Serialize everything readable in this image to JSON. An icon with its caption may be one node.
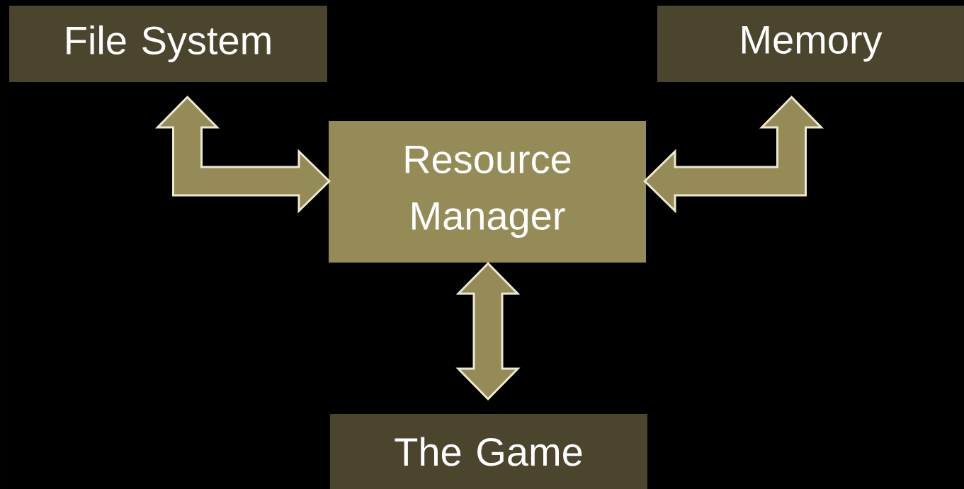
{
  "diagram": {
    "nodes": [
      {
        "text": [
          "File System"
        ]
      },
      {
        "text": [
          "Memory"
        ]
      },
      {
        "text": [
          "Resource Manager"
        ]
      },
      {
        "text": [
          "The Game"
        ]
      }
    ],
    "edges": [
      {
        "from": 0,
        "to": 2,
        "arrow": "both"
      },
      {
        "from": 1,
        "to": 2,
        "arrow": "both"
      },
      {
        "from": 2,
        "to": 3,
        "arrow": "both"
      }
    ]
  }
}
